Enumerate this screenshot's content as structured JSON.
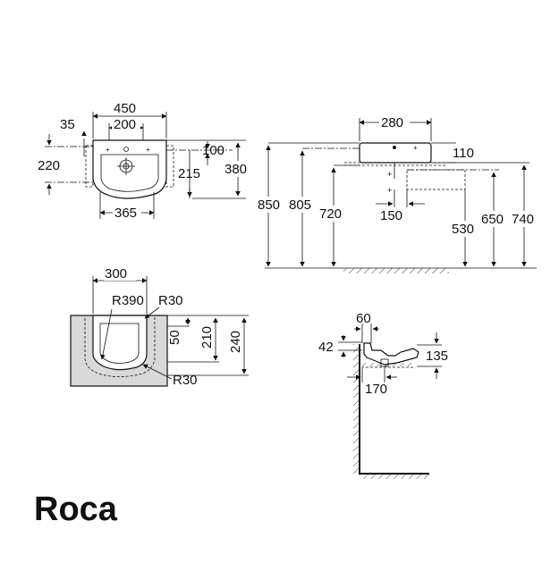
{
  "brand": {
    "logo_text": "Roca",
    "logo_color": "#0a6cb3"
  },
  "top_view": {
    "width_total": "450",
    "tap_spacing": "200",
    "offset_35": "35",
    "height_220": "220",
    "depth_100": "100",
    "depth_215": "215",
    "depth_380": "380",
    "bottom_365": "365"
  },
  "side_view": {
    "width_280": "280",
    "height_110": "110",
    "h_850": "850",
    "h_805": "805",
    "h_720": "720",
    "drain_150": "150",
    "h_530": "530",
    "h_650": "650",
    "h_740": "740"
  },
  "cutout_view": {
    "width_300": "300",
    "radius_390": "R390",
    "radius_30_top": "R30",
    "radius_30_bottom": "R30",
    "dim_50": "50",
    "dim_210": "210",
    "dim_240": "240"
  },
  "section_view": {
    "dim_60": "60",
    "dim_42": "42",
    "dim_135": "135",
    "dim_170": "170"
  }
}
